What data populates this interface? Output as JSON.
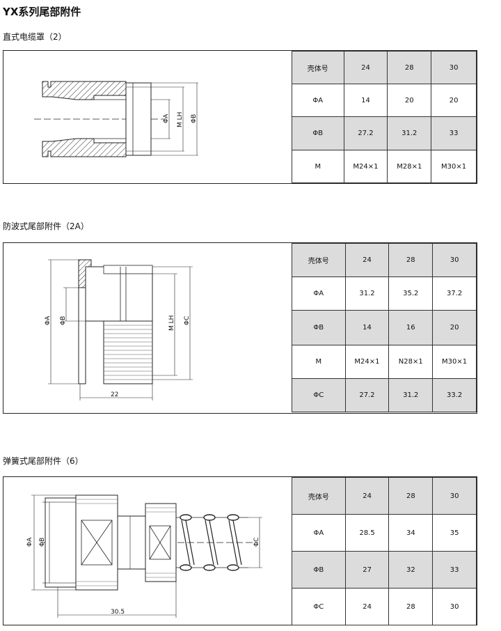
{
  "page_title": "YX系列尾部附件",
  "sections": [
    {
      "title": "直式电缆罩（2）",
      "dims": {
        "A": "ΦA",
        "M_LH": "M  LH",
        "B": "ΦB"
      },
      "table": {
        "rows": [
          [
            "壳体号",
            "24",
            "28",
            "30"
          ],
          [
            "ΦA",
            "14",
            "20",
            "20"
          ],
          [
            "ΦB",
            "27.2",
            "31.2",
            "33"
          ],
          [
            "M",
            "M24×1",
            "M28×1",
            "M30×1"
          ]
        ]
      }
    },
    {
      "title": "防波式尾部附件（2A）",
      "dims": {
        "A": "ΦA",
        "B": "ΦB",
        "M_LH": "M  LH",
        "C": "ΦC",
        "len": "22"
      },
      "table": {
        "rows": [
          [
            "壳体号",
            "24",
            "28",
            "30"
          ],
          [
            "ΦA",
            "31.2",
            "35.2",
            "37.2"
          ],
          [
            "ΦB",
            "14",
            "16",
            "20"
          ],
          [
            "M",
            "M24×1",
            "N28×1",
            "M30×1"
          ],
          [
            "ΦC",
            "27.2",
            "31.2",
            "33.2"
          ]
        ]
      }
    },
    {
      "title": "弹簧式尾部附件（6）",
      "dims": {
        "A": "ΦA",
        "B": "ΦB",
        "C": "ΦC",
        "len": "30.5"
      },
      "table": {
        "rows": [
          [
            "壳体号",
            "24",
            "28",
            "30"
          ],
          [
            "ΦA",
            "28.5",
            "34",
            "35"
          ],
          [
            "ΦB",
            "27",
            "32",
            "33"
          ],
          [
            "ΦC",
            "24",
            "28",
            "30"
          ]
        ]
      }
    }
  ]
}
